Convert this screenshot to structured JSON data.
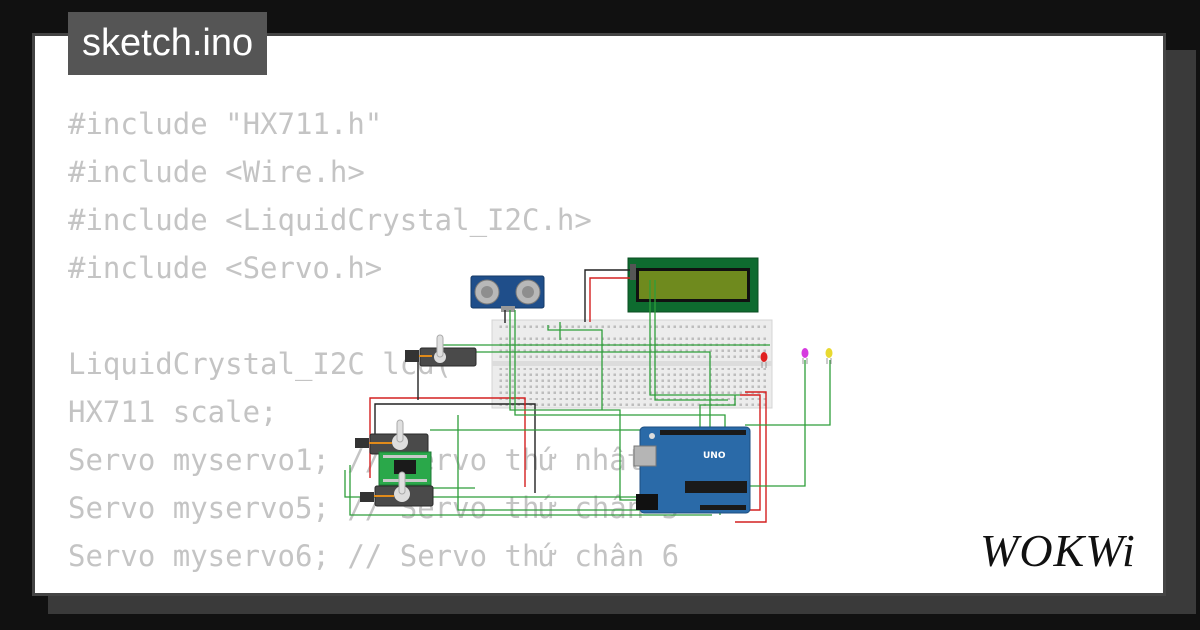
{
  "tab": {
    "filename": "sketch.ino"
  },
  "code": {
    "lines": [
      "#include \"HX711.h\"",
      "#include <Wire.h>",
      "#include <LiquidCrystal_I2C.h>",
      "#include <Servo.h>",
      "",
      "LiquidCrystal_I2C lcd(",
      "HX711 scale;",
      "Servo myservo1; // Servo thứ nhất",
      "Servo myservo5; // Servo thứ chân 5",
      "Servo myservo6; // Servo thứ chân 6"
    ]
  },
  "brand": {
    "logo_text": "WOKWi"
  },
  "board": {
    "uno_label": "UNO"
  },
  "colors": {
    "background": "#111111",
    "card": "#ffffff",
    "tab": "#555555",
    "code_text": "#c4c4c4",
    "wire_green": "#2e9e3a",
    "wire_red": "#d42020",
    "wire_black": "#222222",
    "arduino_blue": "#2a6aa8",
    "lcd_green": "#0e6b2f",
    "hx711_green": "#2aa84a"
  },
  "icons": [
    "ultrasonic-sensor-icon",
    "lcd-display-icon",
    "servo-icon",
    "led-icon",
    "arduino-uno-icon",
    "hx711-module-icon",
    "breadboard-icon"
  ]
}
